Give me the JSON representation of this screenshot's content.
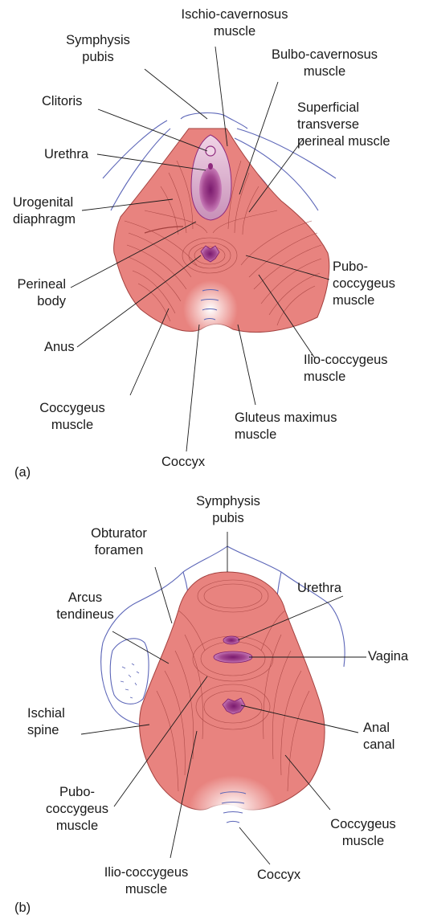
{
  "panel_a": {
    "tag": "(a)",
    "labels": {
      "ischio_cavernosus": "Ischio-cavernosus\nmuscle",
      "symphysis_pubis": "Symphysis\npubis",
      "bulbo_cavernosus": "Bulbo-cavernosus\nmuscle",
      "clitoris": "Clitoris",
      "superficial_transverse": "Superficial\ntransverse\nperineal muscle",
      "urethra": "Urethra",
      "urogenital_diaphragm": "Urogenital\ndiaphragm",
      "pubo_coccygeus": "Pubo-\ncoccygeus\nmuscle",
      "perineal_body": "Perineal\nbody",
      "anus": "Anus",
      "ilio_coccygeus": "Ilio-coccygeus\nmuscle",
      "coccygeus": "Coccygeus\nmuscle",
      "gluteus_maximus": "Gluteus maximus\nmuscle",
      "coccyx": "Coccyx"
    }
  },
  "panel_b": {
    "tag": "(b)",
    "labels": {
      "symphysis_pubis": "Symphysis\npubis",
      "obturator_foramen": "Obturator\nforamen",
      "urethra": "Urethra",
      "arcus_tendineus": "Arcus\ntendineus",
      "vagina": "Vagina",
      "ischial_spine": "Ischial\nspine",
      "anal_canal": "Anal\ncanal",
      "pubo_coccygeus": "Pubo-\ncoccygeus\nmuscle",
      "coccygeus": "Coccygeus\nmuscle",
      "ilio_coccygeus": "Ilio-coccygeus\nmuscle",
      "coccyx": "Coccyx"
    }
  },
  "colors": {
    "muscle": "#e8837f",
    "muscle_line": "#a3403e",
    "bone_outline": "#5c66b8",
    "orifice": "#8e2a7d",
    "leader": "#1a1a1a"
  }
}
